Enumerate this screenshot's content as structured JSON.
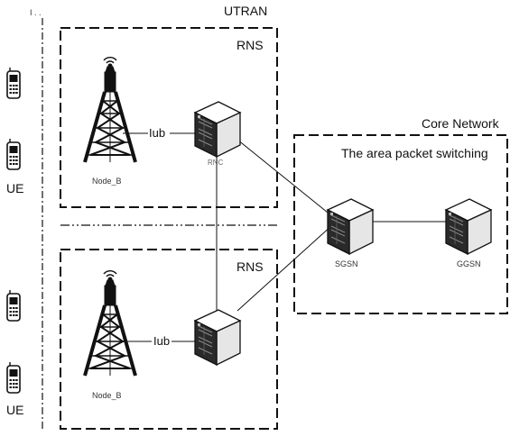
{
  "utran": {
    "label": "UTRAN",
    "tl_mark": "I . ."
  },
  "rns": [
    {
      "label": "RNS",
      "iface": "Iub",
      "node": "Node_B",
      "controller": "RNC"
    },
    {
      "label": "RNS",
      "iface": "Iub",
      "node": "Node_B",
      "controller": ""
    }
  ],
  "ue": [
    {
      "label": "UE"
    },
    {
      "label": "UE"
    }
  ],
  "core": {
    "label": "Core Network",
    "subtitle": "The area packet switching",
    "sgsn": "SGSN",
    "ggsn": "GGSN"
  },
  "icons": [
    "phone-icon",
    "tower-icon",
    "server-icon"
  ],
  "colors": {
    "line": "#111111",
    "server_top": "#ffffff",
    "server_side": "#e6e6e6",
    "server_face": "#2a2a2a"
  }
}
